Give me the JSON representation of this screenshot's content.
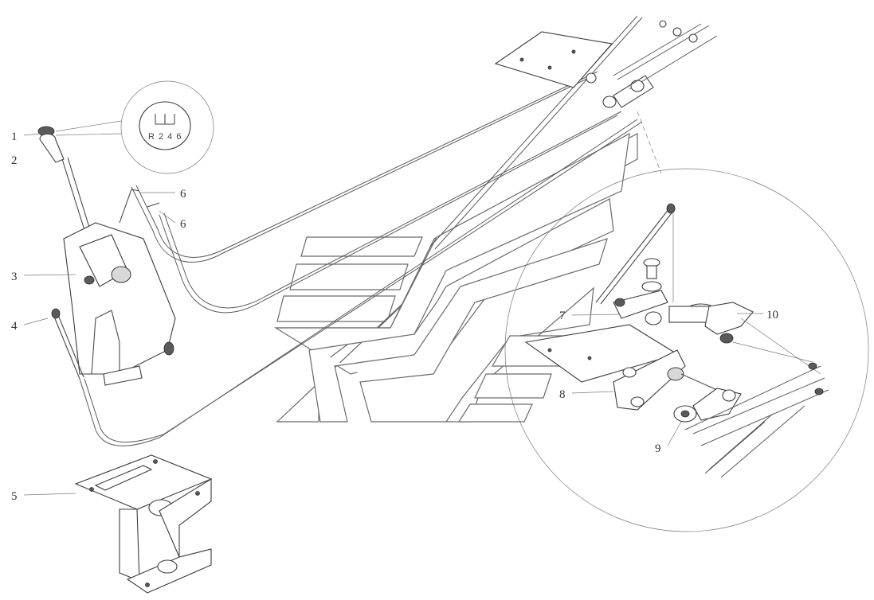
{
  "callouts": [
    {
      "id": "c1",
      "text": "1"
    },
    {
      "id": "c2",
      "text": "2"
    },
    {
      "id": "c3",
      "text": "3"
    },
    {
      "id": "c4",
      "text": "4"
    },
    {
      "id": "c5",
      "text": "5"
    },
    {
      "id": "c6a",
      "text": "6"
    },
    {
      "id": "c6b",
      "text": "6"
    },
    {
      "id": "c7",
      "text": "7"
    },
    {
      "id": "c8",
      "text": "8"
    },
    {
      "id": "c9",
      "text": "9"
    },
    {
      "id": "c10",
      "text": "10"
    }
  ],
  "gear_knob_pattern": "R 2 4 6"
}
